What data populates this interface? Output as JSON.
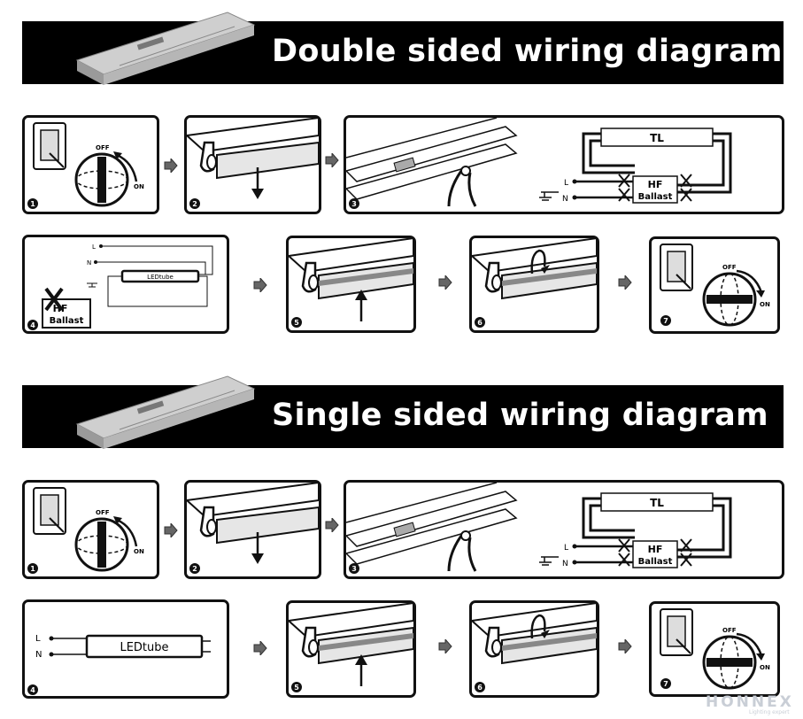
{
  "sections": {
    "double": {
      "title": "Double sided wiring diagram"
    },
    "single": {
      "title": "Single sided wiring diagram"
    }
  },
  "steps": [
    "1",
    "2",
    "3",
    "4",
    "5",
    "6",
    "7"
  ],
  "switch": {
    "off": "OFF",
    "on": "ON"
  },
  "wiring": {
    "tl": "TL",
    "l": "L",
    "n": "N",
    "hf": "HF",
    "ballast": "Ballast"
  },
  "ledtube": {
    "double_label": "LEDtube",
    "single_label": "LEDtube"
  },
  "watermark": {
    "brand": "HONNEX",
    "tagline": "Lighting expert"
  },
  "colors": {
    "banner": "#000000",
    "outline": "#111111",
    "tube_glow": "#e6e6e6"
  }
}
